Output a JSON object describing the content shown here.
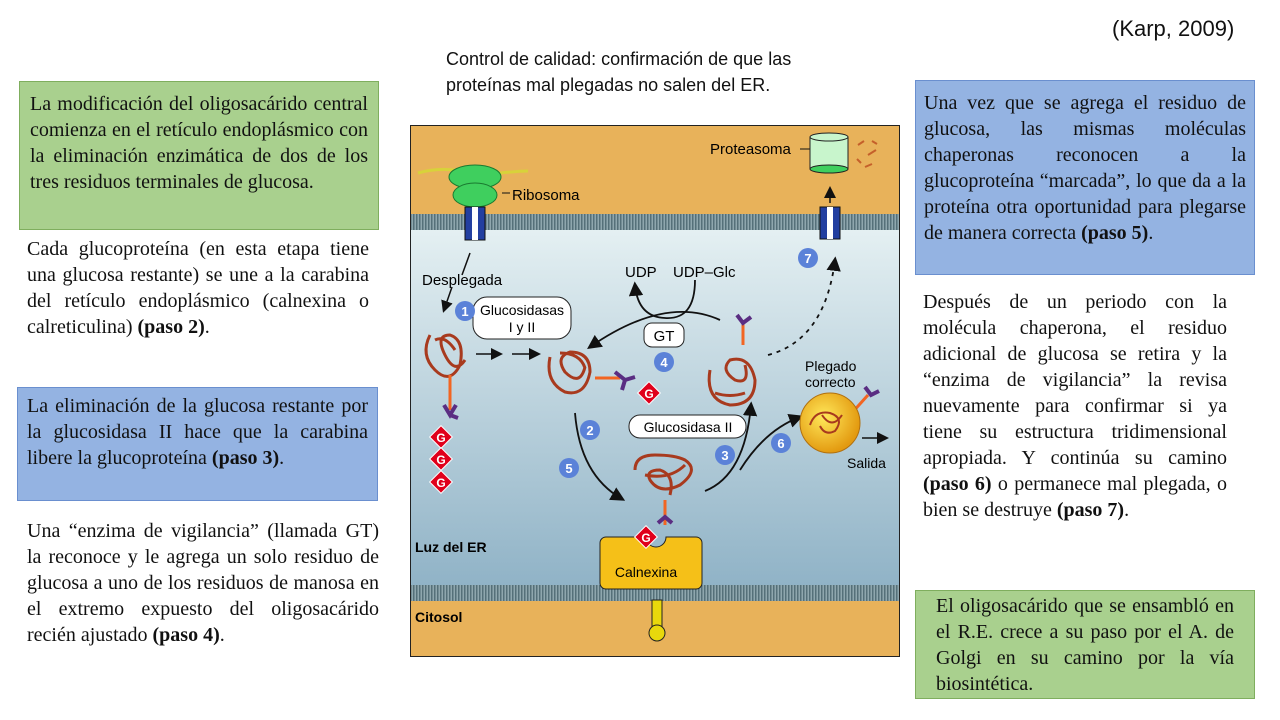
{
  "citation": "(Karp, 2009)",
  "title": {
    "line1": "Control de calidad: confirmación de que las",
    "line2": "proteínas mal plegadas no salen del ER."
  },
  "left": {
    "box1": "La modificación del oligosacárido central comienza en el retículo endoplásmico con la eliminación enzimática de dos de los tres residuos terminales de glucosa.",
    "text2": {
      "text": "Cada glucoproteína (en esta etapa tiene una glucosa restante) se une a la carabina del retículo endoplásmico (calnexina o calreticulina) ",
      "step": "(paso 2)",
      "end": "."
    },
    "box3": {
      "text": "La eliminación de la glucosa restante por la glucosidasa II hace que la carabina libere la glucoproteína ",
      "step": "(paso 3)",
      "end": "."
    },
    "text4": {
      "text": "Una “enzima de vigilancia” (llamada GT) la reconoce y le agrega un solo residuo de glucosa a uno de los residuos de manosa en el extremo expuesto del oligosacárido recién ajustado ",
      "step": "(paso 4)",
      "end": "."
    }
  },
  "right": {
    "box5": {
      "text": "Una vez que se agrega el residuo de glucosa, las mismas moléculas chaperonas reconocen a la glucoproteína “marcada”, lo que da a la proteína otra oportunidad para plegarse de manera correcta ",
      "step": "(paso 5)",
      "end": "."
    },
    "text6": {
      "a": "Después de un periodo con la molécula chaperona, el residuo adicional de glucosa se retira y la “enzima de vigilancia” la revisa nuevamente para confirmar si ya tiene su estructura tridimensional apropiada. Y continúa su camino ",
      "step6": "(paso 6)",
      "b": " o permanece mal plegada, o bien se destruye ",
      "step7": "(paso 7)",
      "end": "."
    },
    "box7": "El oligosacárido que se ensambló en el R.E. crece a su paso por el A. de Golgi en su camino por la vía biosintética."
  },
  "diagram": {
    "ribosome": "Ribosoma",
    "proteasome": "Proteasoma",
    "unfolded": "Desplegada",
    "glucosidases": {
      "l1": "Glucosidasas",
      "l2": "I y II"
    },
    "gt": "GT",
    "udp": "UDP",
    "udp_glc": "UDP–Glc",
    "glucosidase2": "Glucosidasa II",
    "folded": {
      "l1": "Plegado",
      "l2": "correcto"
    },
    "exit": "Salida",
    "calnexin": "Calnexina",
    "lumen": "Luz del ER",
    "cytosol": "Citosol",
    "glucose": "G",
    "steps": [
      "1",
      "2",
      "3",
      "4",
      "5",
      "6",
      "7"
    ],
    "colors": {
      "cytosol": "#e8b25a",
      "step": "#5b82d8",
      "protein": "#a83a1e",
      "glucose": "#e0001b",
      "sugar": "#5a2d82"
    }
  }
}
